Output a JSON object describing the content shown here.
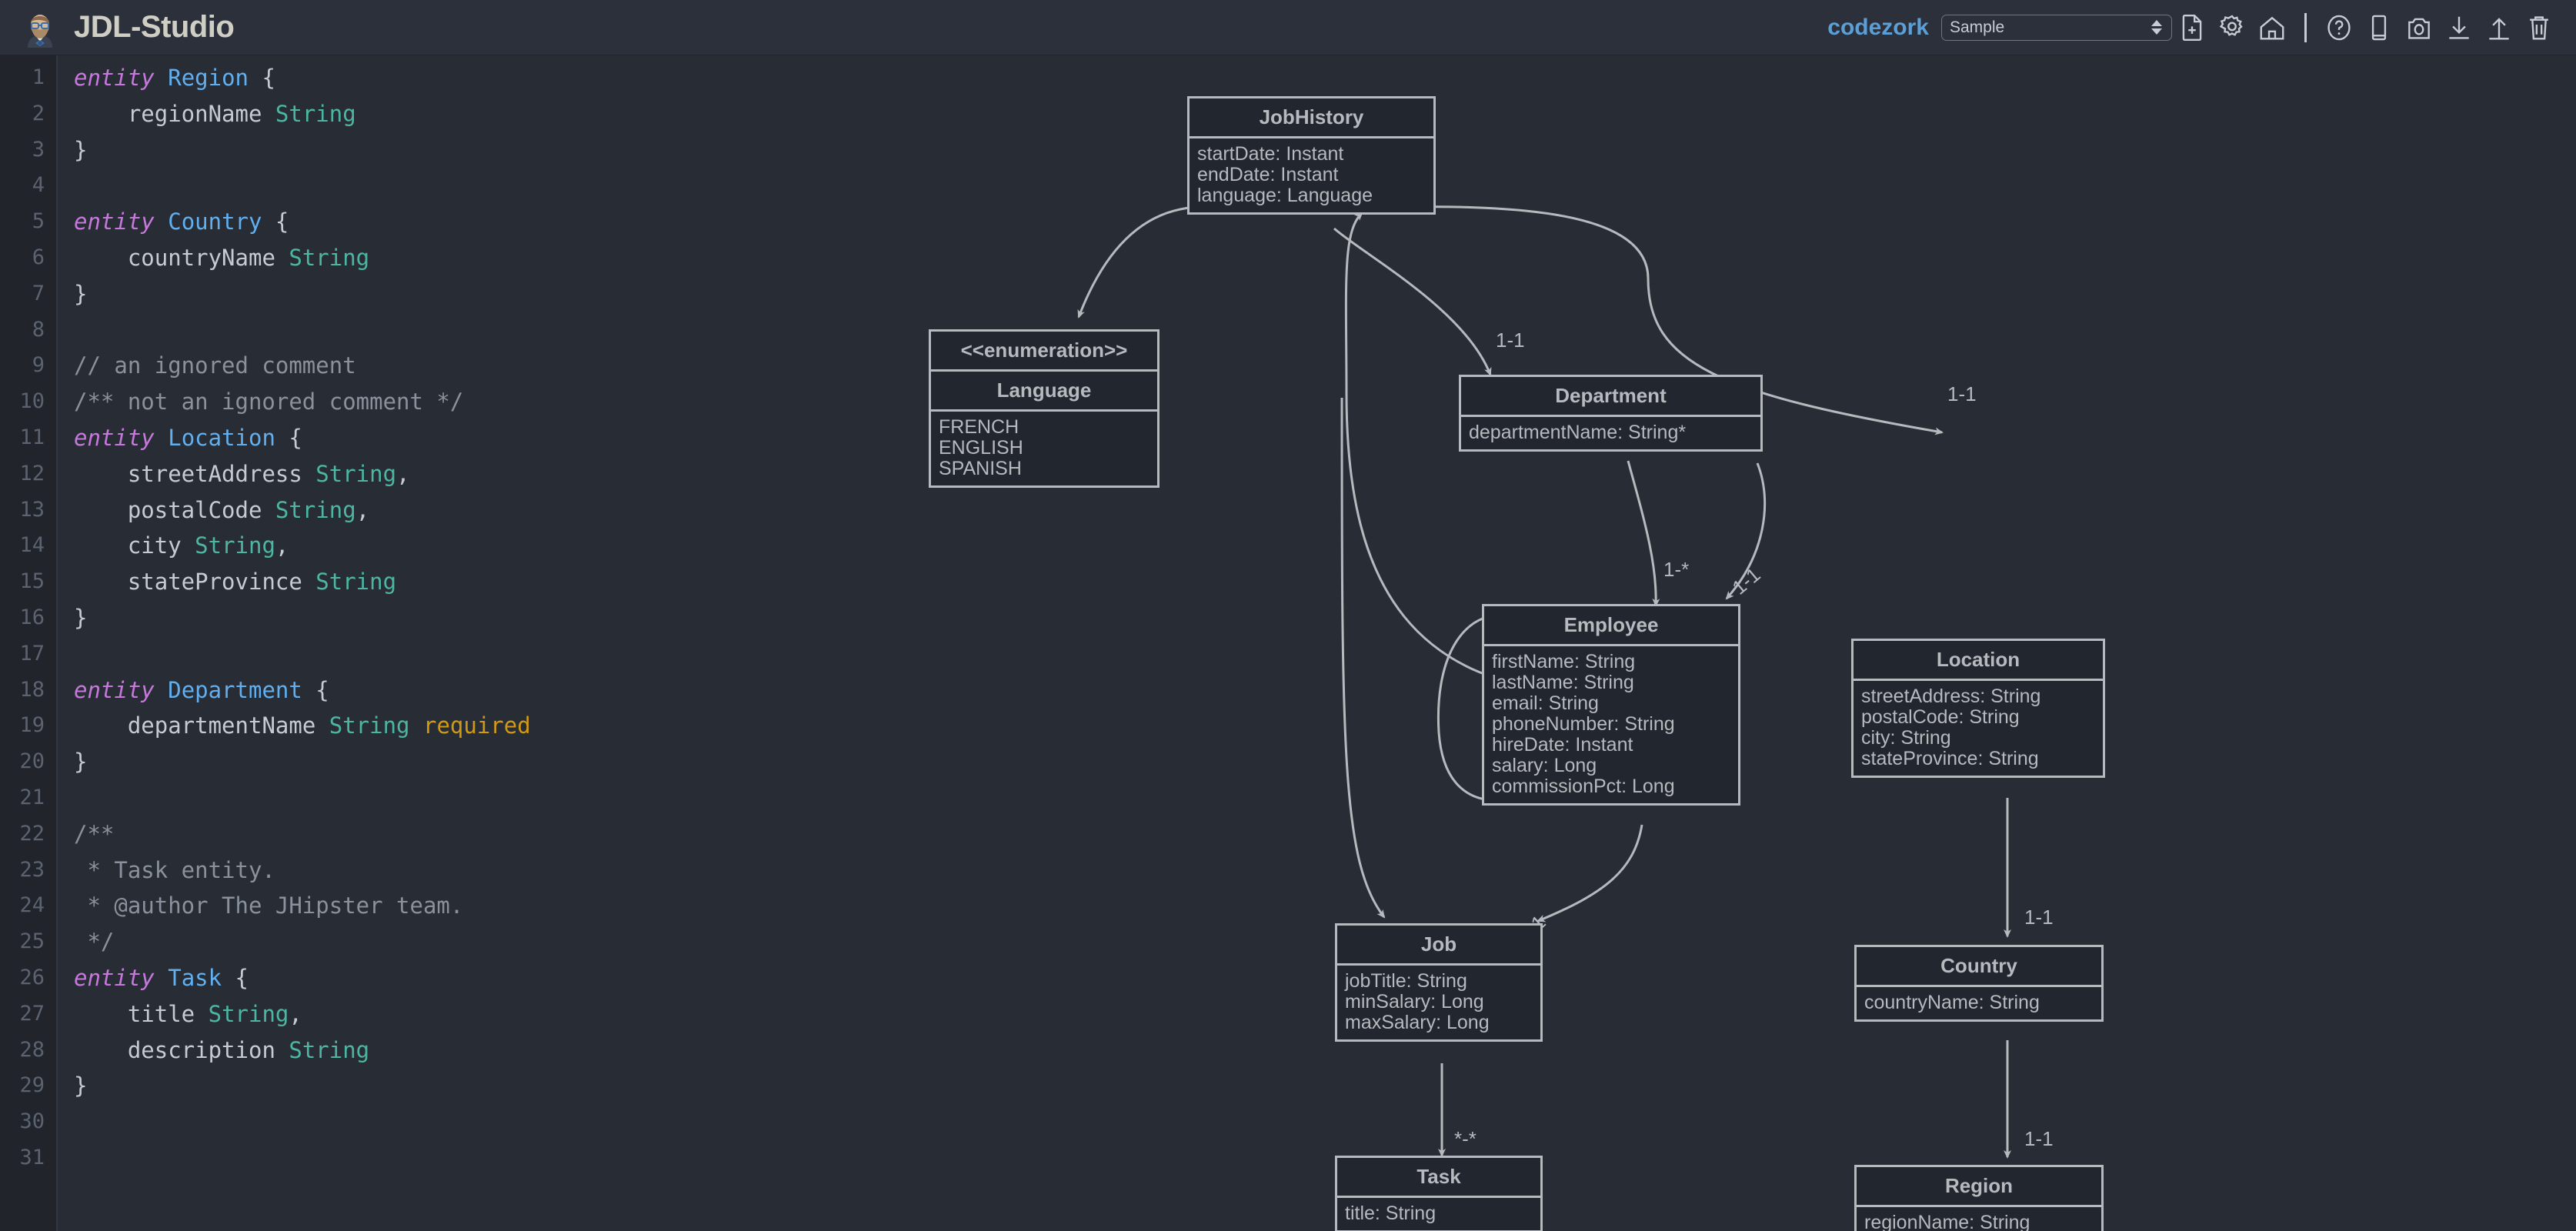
{
  "app": {
    "title": "JDL-Studio",
    "avatar_icon": "hipster-avatar-icon"
  },
  "topbar": {
    "user": "codezork",
    "sample_select": {
      "value": "Sample",
      "options": [
        "Sample"
      ]
    },
    "icons": [
      {
        "name": "new-file-icon",
        "label": "New file"
      },
      {
        "name": "gear-icon",
        "label": "Settings"
      },
      {
        "name": "home-icon",
        "label": "Home"
      },
      {
        "name": "separator",
        "label": ""
      },
      {
        "name": "help-icon",
        "label": "Help"
      },
      {
        "name": "doc-icon",
        "label": "Documentation"
      },
      {
        "name": "camera-icon",
        "label": "Snapshot"
      },
      {
        "name": "download-icon",
        "label": "Download"
      },
      {
        "name": "upload-icon",
        "label": "Upload"
      },
      {
        "name": "trash-icon",
        "label": "Delete"
      }
    ]
  },
  "editor": {
    "lines": [
      {
        "n": "1",
        "tokens": [
          {
            "t": "kw",
            "v": "entity"
          },
          {
            "t": "pun",
            "v": " "
          },
          {
            "t": "ent",
            "v": "Region"
          },
          {
            "t": "pun",
            "v": " {"
          }
        ]
      },
      {
        "n": "2",
        "tokens": [
          {
            "t": "pun",
            "v": "    "
          },
          {
            "t": "fld",
            "v": "regionName"
          },
          {
            "t": "pun",
            "v": " "
          },
          {
            "t": "typ",
            "v": "String"
          }
        ]
      },
      {
        "n": "3",
        "tokens": [
          {
            "t": "pun",
            "v": "}"
          }
        ]
      },
      {
        "n": "4",
        "tokens": []
      },
      {
        "n": "5",
        "tokens": [
          {
            "t": "kw",
            "v": "entity"
          },
          {
            "t": "pun",
            "v": " "
          },
          {
            "t": "ent",
            "v": "Country"
          },
          {
            "t": "pun",
            "v": " {"
          }
        ]
      },
      {
        "n": "6",
        "tokens": [
          {
            "t": "pun",
            "v": "    "
          },
          {
            "t": "fld",
            "v": "countryName"
          },
          {
            "t": "pun",
            "v": " "
          },
          {
            "t": "typ",
            "v": "String"
          }
        ]
      },
      {
        "n": "7",
        "tokens": [
          {
            "t": "pun",
            "v": "}"
          }
        ]
      },
      {
        "n": "8",
        "tokens": []
      },
      {
        "n": "9",
        "tokens": [
          {
            "t": "cmt",
            "v": "// an ignored comment"
          }
        ]
      },
      {
        "n": "10",
        "tokens": [
          {
            "t": "cmt",
            "v": "/** not an ignored comment */"
          }
        ]
      },
      {
        "n": "11",
        "tokens": [
          {
            "t": "kw",
            "v": "entity"
          },
          {
            "t": "pun",
            "v": " "
          },
          {
            "t": "ent",
            "v": "Location"
          },
          {
            "t": "pun",
            "v": " {"
          }
        ]
      },
      {
        "n": "12",
        "tokens": [
          {
            "t": "pun",
            "v": "    "
          },
          {
            "t": "fld",
            "v": "streetAddress"
          },
          {
            "t": "pun",
            "v": " "
          },
          {
            "t": "typ",
            "v": "String"
          },
          {
            "t": "pun",
            "v": ","
          }
        ]
      },
      {
        "n": "13",
        "tokens": [
          {
            "t": "pun",
            "v": "    "
          },
          {
            "t": "fld",
            "v": "postalCode"
          },
          {
            "t": "pun",
            "v": " "
          },
          {
            "t": "typ",
            "v": "String"
          },
          {
            "t": "pun",
            "v": ","
          }
        ]
      },
      {
        "n": "14",
        "tokens": [
          {
            "t": "pun",
            "v": "    "
          },
          {
            "t": "fld",
            "v": "city"
          },
          {
            "t": "pun",
            "v": " "
          },
          {
            "t": "typ",
            "v": "String"
          },
          {
            "t": "pun",
            "v": ","
          }
        ]
      },
      {
        "n": "15",
        "tokens": [
          {
            "t": "pun",
            "v": "    "
          },
          {
            "t": "fld",
            "v": "stateProvince"
          },
          {
            "t": "pun",
            "v": " "
          },
          {
            "t": "typ",
            "v": "String"
          }
        ]
      },
      {
        "n": "16",
        "tokens": [
          {
            "t": "pun",
            "v": "}"
          }
        ]
      },
      {
        "n": "17",
        "tokens": []
      },
      {
        "n": "18",
        "tokens": [
          {
            "t": "kw",
            "v": "entity"
          },
          {
            "t": "pun",
            "v": " "
          },
          {
            "t": "ent",
            "v": "Department"
          },
          {
            "t": "pun",
            "v": " {"
          }
        ]
      },
      {
        "n": "19",
        "tokens": [
          {
            "t": "pun",
            "v": "    "
          },
          {
            "t": "fld",
            "v": "departmentName"
          },
          {
            "t": "pun",
            "v": " "
          },
          {
            "t": "typ",
            "v": "String"
          },
          {
            "t": "pun",
            "v": " "
          },
          {
            "t": "req",
            "v": "required"
          }
        ]
      },
      {
        "n": "20",
        "tokens": [
          {
            "t": "pun",
            "v": "}"
          }
        ]
      },
      {
        "n": "21",
        "tokens": []
      },
      {
        "n": "22",
        "tokens": [
          {
            "t": "cmt",
            "v": "/**"
          }
        ]
      },
      {
        "n": "23",
        "tokens": [
          {
            "t": "cmt",
            "v": " * Task entity."
          }
        ]
      },
      {
        "n": "24",
        "tokens": [
          {
            "t": "cmt",
            "v": " * @author The JHipster team."
          }
        ]
      },
      {
        "n": "25",
        "tokens": [
          {
            "t": "cmt",
            "v": " */"
          }
        ]
      },
      {
        "n": "26",
        "tokens": [
          {
            "t": "kw",
            "v": "entity"
          },
          {
            "t": "pun",
            "v": " "
          },
          {
            "t": "ent",
            "v": "Task"
          },
          {
            "t": "pun",
            "v": " {"
          }
        ]
      },
      {
        "n": "27",
        "tokens": [
          {
            "t": "pun",
            "v": "    "
          },
          {
            "t": "fld",
            "v": "title"
          },
          {
            "t": "pun",
            "v": " "
          },
          {
            "t": "typ",
            "v": "String"
          },
          {
            "t": "pun",
            "v": ","
          }
        ]
      },
      {
        "n": "28",
        "tokens": [
          {
            "t": "pun",
            "v": "    "
          },
          {
            "t": "fld",
            "v": "description"
          },
          {
            "t": "pun",
            "v": " "
          },
          {
            "t": "typ",
            "v": "String"
          }
        ]
      },
      {
        "n": "29",
        "tokens": [
          {
            "t": "pun",
            "v": "}"
          }
        ]
      },
      {
        "n": "30",
        "tokens": []
      },
      {
        "n": "31",
        "tokens": []
      }
    ]
  },
  "diagram": {
    "entities": {
      "jobhistory": {
        "name": "JobHistory",
        "attributes": [
          "startDate: Instant",
          "endDate: Instant",
          "language: Language"
        ]
      },
      "language_enum": {
        "stereotype": "<<enumeration>>",
        "name": "Language",
        "attributes": [
          "FRENCH",
          "ENGLISH",
          "SPANISH"
        ]
      },
      "department": {
        "name": "Department",
        "attributes": [
          "departmentName: String*"
        ]
      },
      "employee": {
        "name": "Employee",
        "attributes": [
          "firstName: String",
          "lastName: String",
          "email: String",
          "phoneNumber: String",
          "hireDate: Instant",
          "salary: Long",
          "commissionPct: Long"
        ]
      },
      "location": {
        "name": "Location",
        "attributes": [
          "streetAddress: String",
          "postalCode: String",
          "city: String",
          "stateProvince: String"
        ]
      },
      "job": {
        "name": "Job",
        "attributes": [
          "jobTitle: String",
          "minSalary: Long",
          "maxSalary: Long"
        ]
      },
      "country": {
        "name": "Country",
        "attributes": [
          "countryName: String"
        ]
      },
      "task": {
        "name": "Task",
        "attributes": [
          "title: String"
        ]
      },
      "region": {
        "name": "Region",
        "attributes": [
          "regionName: String"
        ]
      }
    },
    "edge_labels": {
      "jobhistory_department": "1-1",
      "jobhistory_location": "1-1",
      "department_employee": "1-*",
      "employee_self": "1-1",
      "employee_job": "1-*",
      "employee_jobhistory": "1-1",
      "location_country": "1-1",
      "job_task": "*-*",
      "country_region": "1-1"
    }
  }
}
